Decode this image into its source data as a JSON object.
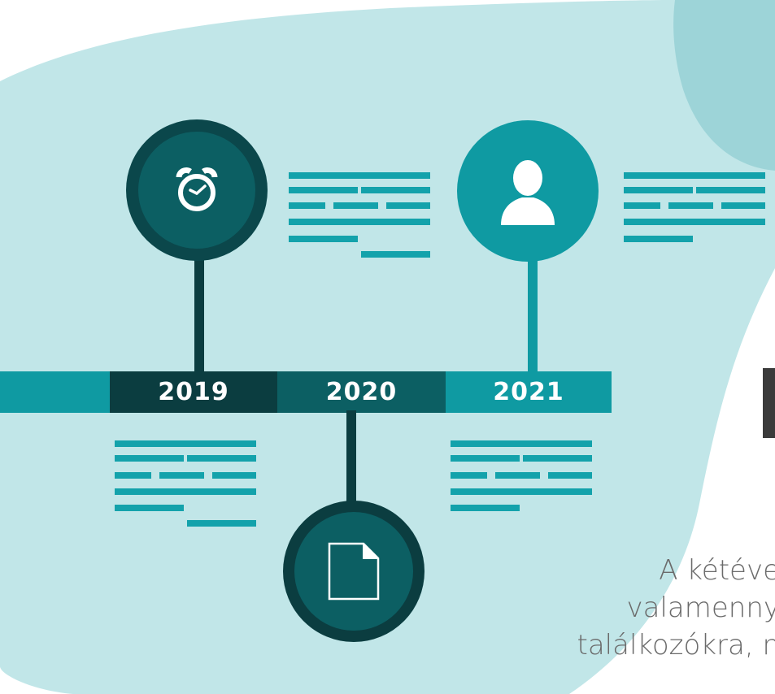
{
  "timeline": {
    "years": [
      {
        "label": "2019",
        "color": "#0b3d40"
      },
      {
        "label": "2020",
        "color": "#0c5f63"
      },
      {
        "label": "2021",
        "color": "#0f9aa2"
      }
    ],
    "milestones": [
      {
        "year": "2019",
        "icon": "alarm-clock-icon",
        "color": "#0c5f63",
        "ring": "#0b474b"
      },
      {
        "year": "2020",
        "icon": "document-icon",
        "color": "#0c5f63",
        "ring": "#0b3d40"
      },
      {
        "year": "2021",
        "icon": "person-icon",
        "color": "#0f9aa2",
        "ring": "#0f9aa2"
      }
    ]
  },
  "text": {
    "lines": [
      "A kétéve",
      "valamenny",
      "találkozókra, n"
    ]
  },
  "colors": {
    "background_blob": "#c1e6e8",
    "accent": "#13a2ab",
    "dark": "#0b3d40"
  }
}
